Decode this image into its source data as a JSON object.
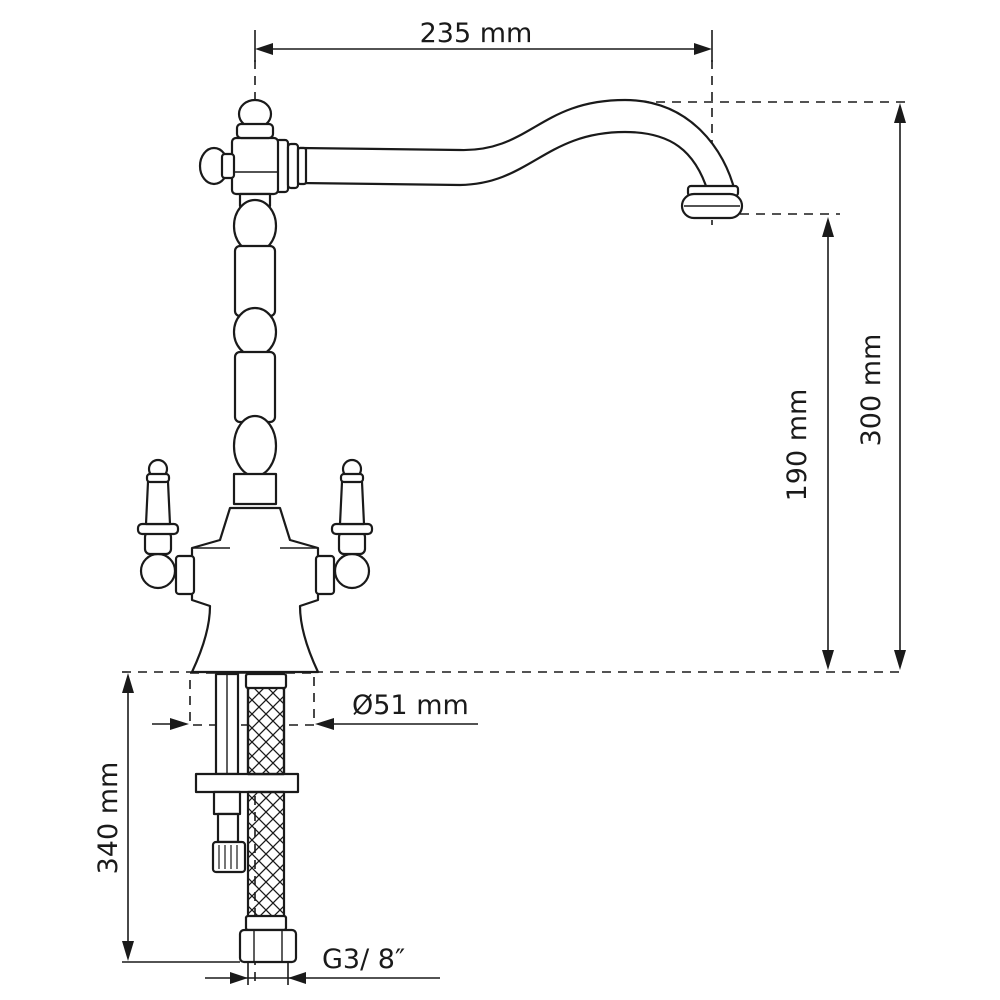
{
  "dimensions": {
    "spout_reach": "235 mm",
    "total_height": "300 mm",
    "spout_height": "190 mm",
    "base_diameter": "Ø51 mm",
    "hose_length": "340 mm",
    "connection_thread": "G3/ 8″"
  },
  "icons": {
    "faucet": "mixer-tap-icon",
    "hose": "braided-hose-icon"
  }
}
